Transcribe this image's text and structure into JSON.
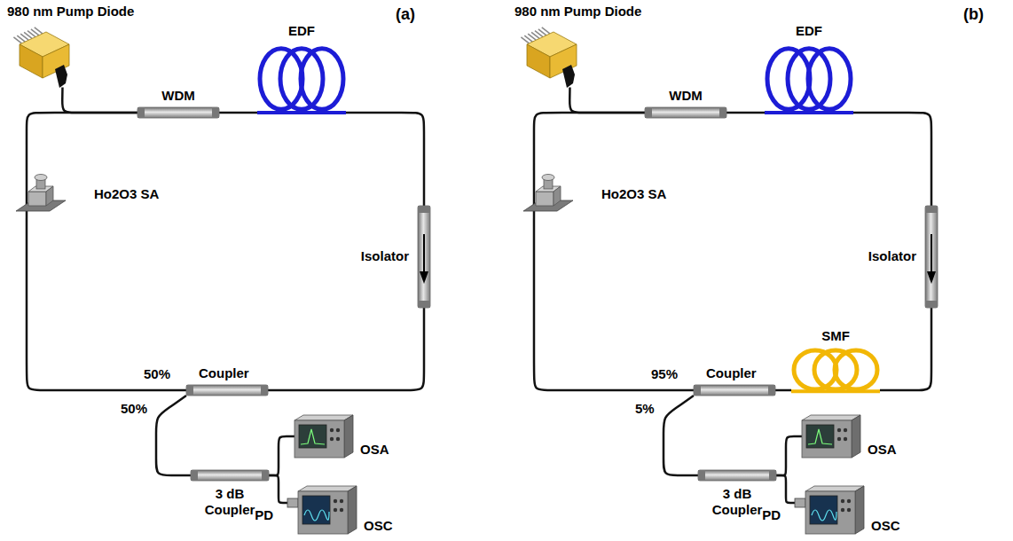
{
  "diagram": {
    "nodes": [
      {
        "text": [
          "980 nm Pump Diode"
        ]
      },
      {
        "text": [
          "WDM"
        ]
      },
      {
        "text": [
          "EDF"
        ]
      },
      {
        "text": [
          "Ho2O3 SA"
        ]
      },
      {
        "text": [
          "Isolator"
        ]
      },
      {
        "text": [
          "Coupler"
        ]
      },
      {
        "text": [
          "3 dB Coupler"
        ]
      },
      {
        "text": [
          "OSA"
        ]
      },
      {
        "text": [
          "PD"
        ]
      },
      {
        "text": [
          "OSC"
        ]
      },
      {
        "text": [
          "980 nm Pump Diode"
        ]
      },
      {
        "text": [
          "WDM"
        ]
      },
      {
        "text": [
          "EDF"
        ]
      },
      {
        "text": [
          "Ho2O3 SA"
        ]
      },
      {
        "text": [
          "Isolator"
        ]
      },
      {
        "text": [
          "SMF"
        ]
      },
      {
        "text": [
          "Coupler"
        ]
      },
      {
        "text": [
          "3 dB Coupler"
        ]
      },
      {
        "text": [
          "OSA"
        ]
      },
      {
        "text": [
          "PD"
        ]
      },
      {
        "text": [
          "OSC"
        ]
      }
    ],
    "edges": [
      {
        "from": 0,
        "to": 1,
        "arrow": "none"
      },
      {
        "from": 1,
        "to": 2,
        "arrow": "none"
      },
      {
        "from": 2,
        "to": 4,
        "arrow": "none"
      },
      {
        "from": 4,
        "to": 5,
        "arrow": "none"
      },
      {
        "from": 5,
        "to": 3,
        "arrow": "none"
      },
      {
        "from": 3,
        "to": 1,
        "arrow": "none"
      },
      {
        "from": 5,
        "to": 6,
        "arrow": "none"
      },
      {
        "from": 6,
        "to": 7,
        "arrow": "none"
      },
      {
        "from": 6,
        "to": 8,
        "arrow": "none"
      },
      {
        "from": 10,
        "to": 11,
        "arrow": "none"
      },
      {
        "from": 11,
        "to": 12,
        "arrow": "none"
      },
      {
        "from": 12,
        "to": 14,
        "arrow": "none"
      },
      {
        "from": 14,
        "to": 15,
        "arrow": "none"
      },
      {
        "from": 15,
        "to": 16,
        "arrow": "none"
      },
      {
        "from": 16,
        "to": 13,
        "arrow": "none"
      },
      {
        "from": 13,
        "to": 11,
        "arrow": "none"
      },
      {
        "from": 16,
        "to": 17,
        "arrow": "none"
      },
      {
        "from": 17,
        "to": 18,
        "arrow": "none"
      },
      {
        "from": 17,
        "to": 19,
        "arrow": "none"
      }
    ],
    "labels": [
      "(a)",
      "50%",
      "50%",
      "(b)",
      "95%",
      "5%"
    ]
  }
}
